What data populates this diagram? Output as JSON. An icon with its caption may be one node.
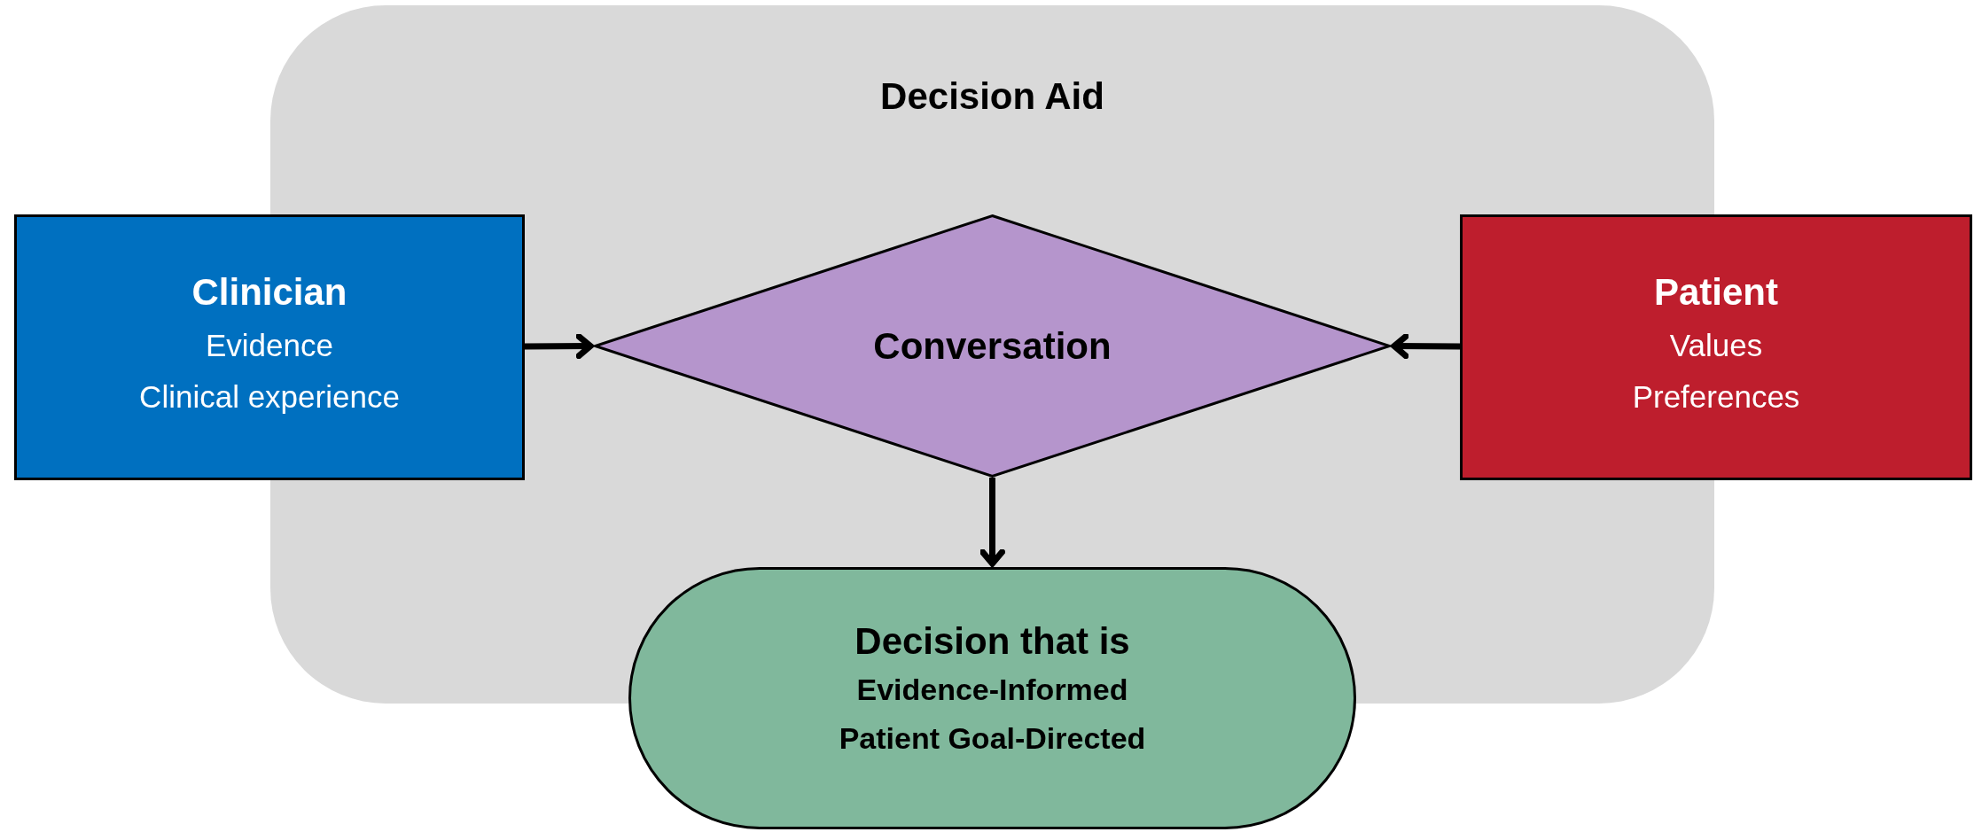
{
  "diagram": {
    "nodes": [
      {
        "text": [
          "Decision Aid"
        ]
      },
      {
        "text": [
          "Clinician",
          "Evidence",
          "Clinical experience"
        ]
      },
      {
        "text": [
          "Conversation"
        ],
        "in": 0
      },
      {
        "text": [
          "Patient",
          "Values",
          "Preferences"
        ]
      },
      {
        "text": [
          "Decision that is",
          "Evidence-Informed",
          "Patient Goal-Directed"
        ]
      }
    ],
    "edges": [
      {
        "from": 1,
        "to": 2,
        "arrow": "to"
      },
      {
        "from": 3,
        "to": 2,
        "arrow": "to"
      },
      {
        "from": 2,
        "to": 4,
        "arrow": "to"
      }
    ]
  }
}
